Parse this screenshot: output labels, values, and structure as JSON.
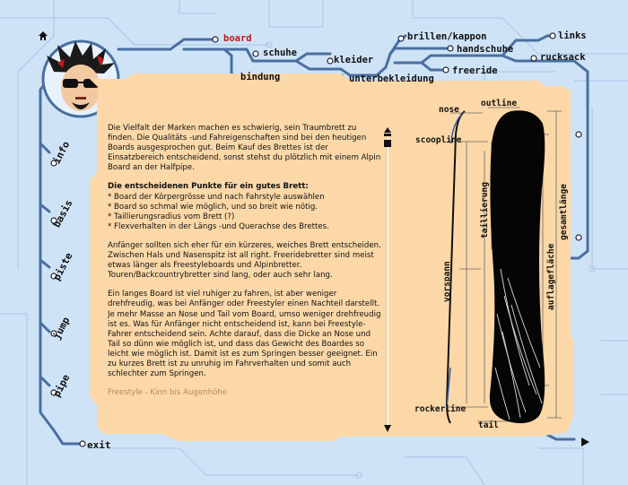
{
  "nav": {
    "top": [
      {
        "id": "board",
        "label": "board",
        "active": true
      },
      {
        "id": "schuhe",
        "label": "schuhe"
      },
      {
        "id": "bindung",
        "label": "bindung"
      },
      {
        "id": "kleider",
        "label": "kleider"
      },
      {
        "id": "unterbekleidung",
        "label": "unterbekleidung"
      },
      {
        "id": "brillen",
        "label": "brillen/kappon"
      },
      {
        "id": "handschuhe",
        "label": "handschuhe"
      },
      {
        "id": "freeride",
        "label": "freeride"
      },
      {
        "id": "links",
        "label": "links"
      },
      {
        "id": "rucksack",
        "label": "rucksack"
      }
    ],
    "side": [
      {
        "id": "info",
        "label": "info"
      },
      {
        "id": "basis",
        "label": "basis"
      },
      {
        "id": "piste",
        "label": "piste"
      },
      {
        "id": "jump",
        "label": "jump"
      },
      {
        "id": "pipe",
        "label": "pipe"
      }
    ],
    "exit": "exit"
  },
  "article": {
    "intro": "Die Vielfalt der Marken machen es schwierig, sein Traumbrett zu finden. Die Qualitäts -und Fahreigenschaften sind bei den heutigen Boards ausgesprochen gut. Beim Kauf des Brettes ist der Einsatzbereich entscheidend, sonst stehst du plötzlich mit einem Alpin Board an der Halfpipe.",
    "heading": "Die entscheidenen Punkte für ein gutes Brett:",
    "points": [
      "* Board der Körpergrösse und nach Fahrstyle auswählen",
      "* Board so schmal wie möglich, und so breit wie nötig.",
      "* Taillierungsradius vom Brett (?)",
      "* Flexverhalten in der Längs -und Querachse des Brettes."
    ],
    "p2": "Anfänger sollten sich eher für ein kürzeres, weiches Brett entscheiden. Zwischen Hals und Nasenspitz ist all right. Freeridebretter sind meist etwas länger als Freestyleboards und Alpinbretter. Touren/Backcountrybretter sind lang, oder auch sehr lang.",
    "p3": "Ein langes Board ist viel ruhiger zu fahren, ist aber weniger drehfreudig, was bei Anfänger oder Freestyler einen Nachteil darstellt. Je mehr Masse an Nose und Tail vom Board, umso weniger drehfreudig ist es. Was für Anfänger nicht entscheidend ist, kann bei Freestyle- Fahrer entscheidend sein. Achte darauf, dass die Dicke an Nose und Tail so dünn wie möglich ist, und dass das Gewicht des Boardes so leicht wie möglich ist. Damit ist es zum Springen besser geeignet. Ein zu kurzes Brett ist zu unruhig im Fahrverhalten und somit auch schlechter zum Springen.",
    "p4": "Freestyle - Kinn bis Augenhöhe"
  },
  "diagram": {
    "nose": "nose",
    "outline": "outline",
    "scoopline": "scoopline",
    "taillierung": "taillierung",
    "vorspann": "vorspann",
    "auflageflaeche": "auflagefläche",
    "gesamtlaenge": "gesamtlänge",
    "rockerline": "rockerline",
    "tail": "tail"
  },
  "colors": {
    "panel": "#fcd8a8",
    "track": "#4a6fa0",
    "active": "#c01818"
  },
  "icons": {
    "home": "home-icon",
    "scroll_up": "arrow-up-icon",
    "scroll_down": "arrow-down-icon",
    "next": "play-arrow-icon"
  }
}
